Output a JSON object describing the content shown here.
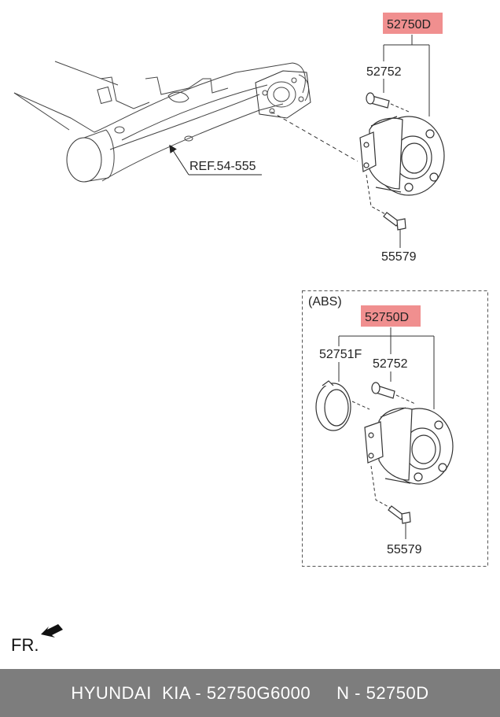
{
  "callouts": {
    "top": {
      "assembly": "52750D",
      "bolt": "52752",
      "screw": "55579",
      "reference": "REF.54-555"
    },
    "abs": {
      "group_label": "(ABS)",
      "assembly": "52750D",
      "sensor_ring": "52751F",
      "bolt": "52752",
      "screw": "55579"
    }
  },
  "direction_marker": "FR.",
  "colors": {
    "highlight": "#f08f8f",
    "footer_bg": "#7d7d7d",
    "line": "#333333"
  },
  "footer": {
    "text": "HYUNDAI  KIA - 52750G6000     N - 52750D"
  }
}
